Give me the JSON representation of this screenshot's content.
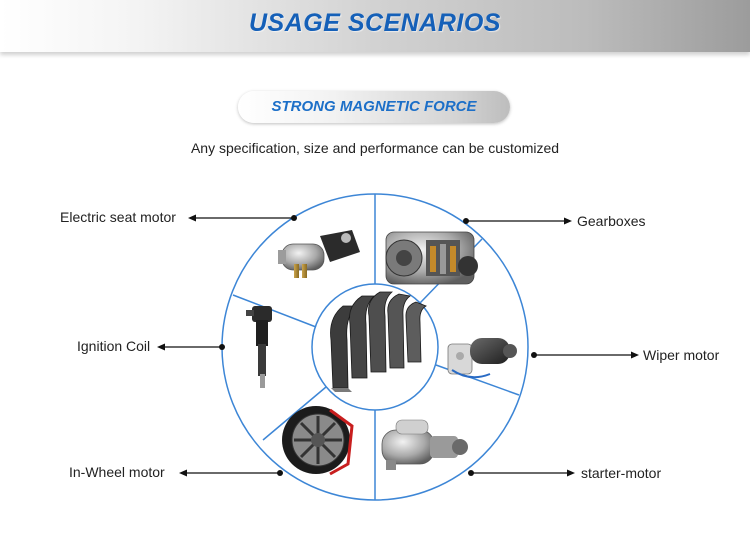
{
  "header": {
    "title": "USAGE SCENARIOS"
  },
  "feature": {
    "badge": "STRONG MAGNETIC FORCE",
    "description": "Any specification, size and performance can be customized"
  },
  "applications": [
    {
      "label": "Electric seat motor"
    },
    {
      "label": "Gearboxes"
    },
    {
      "label": "Ignition Coil"
    },
    {
      "label": "Wiper motor"
    },
    {
      "label": "In-Wheel motor"
    },
    {
      "label": "starter-motor"
    }
  ],
  "center": {
    "icon": "ferrite-arc-magnets-icon"
  },
  "colors": {
    "accent": "#1560b8",
    "ring": "#3d86d6",
    "connector": "#111111"
  }
}
